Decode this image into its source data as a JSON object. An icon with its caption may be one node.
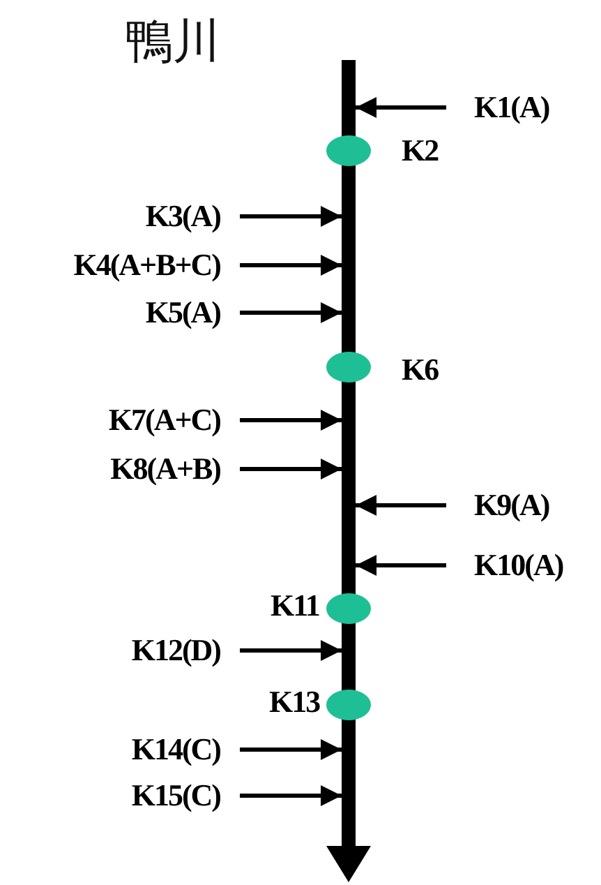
{
  "diagram": {
    "title": "鴨川",
    "nodes": [
      {
        "text": [],
        "shape": "bar"
      },
      {
        "text": [
          "K1(A)"
        ]
      },
      {
        "text": [],
        "shape": "circle",
        "beside": [
          "K2"
        ]
      },
      {
        "text": [
          "K3(A)"
        ]
      },
      {
        "text": [
          "K4(A+B+C)"
        ]
      },
      {
        "text": [
          "K5(A)"
        ]
      },
      {
        "text": [],
        "shape": "circle",
        "beside": [
          "K6"
        ]
      },
      {
        "text": [
          "K7(A+C)"
        ]
      },
      {
        "text": [
          "K8(A+B)"
        ]
      },
      {
        "text": [
          "K9(A)"
        ]
      },
      {
        "text": [
          "K10(A)"
        ]
      },
      {
        "text": [],
        "shape": "circle",
        "beside": [
          "K11"
        ]
      },
      {
        "text": [
          "K12(D)"
        ]
      },
      {
        "text": [],
        "shape": "circle",
        "beside": [
          "K13"
        ]
      },
      {
        "text": [
          "K14(C)"
        ]
      },
      {
        "text": [
          "K15(C)"
        ]
      }
    ],
    "edges": [
      {
        "from": 1,
        "to": 0,
        "arrow": "to"
      },
      {
        "from": 3,
        "to": 0,
        "arrow": "to"
      },
      {
        "from": 4,
        "to": 0,
        "arrow": "to"
      },
      {
        "from": 5,
        "to": 0,
        "arrow": "to"
      },
      {
        "from": 7,
        "to": 0,
        "arrow": "to"
      },
      {
        "from": 8,
        "to": 0,
        "arrow": "to"
      },
      {
        "from": 9,
        "to": 0,
        "arrow": "to"
      },
      {
        "from": 10,
        "to": 0,
        "arrow": "to"
      },
      {
        "from": 12,
        "to": 0,
        "arrow": "to"
      },
      {
        "from": 14,
        "to": 0,
        "arrow": "to"
      },
      {
        "from": 15,
        "to": 0,
        "arrow": "to"
      }
    ]
  }
}
